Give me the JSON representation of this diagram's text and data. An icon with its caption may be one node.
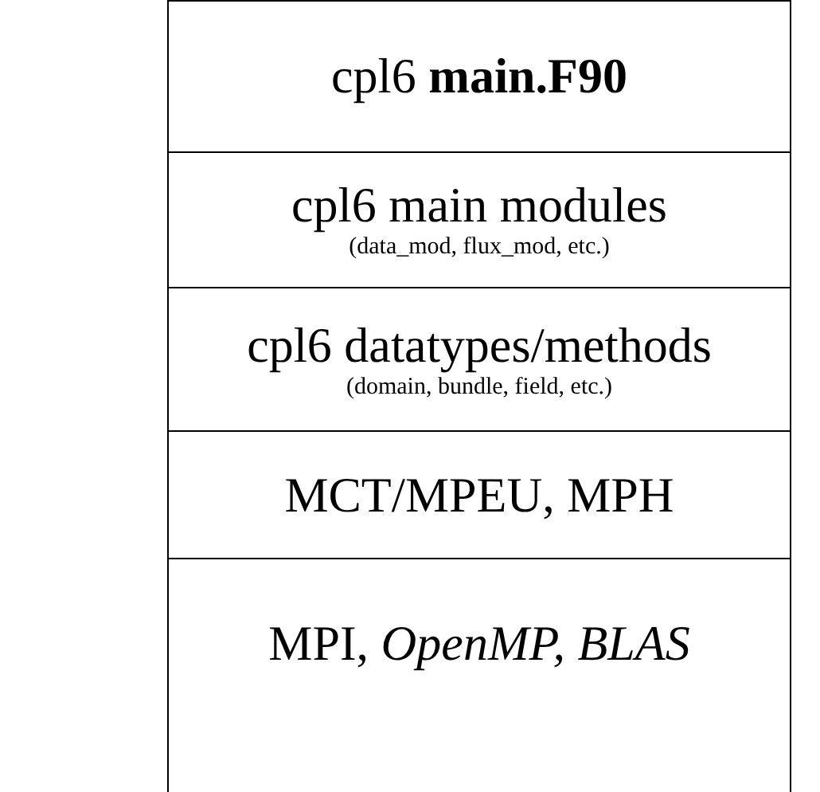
{
  "diagram": {
    "nodes": [
      {
        "text": [
          "cpl6 **main.F90**"
        ]
      },
      {
        "text": [
          "cpl6 main modules",
          "(data_mod, flux_mod, etc.)"
        ]
      },
      {
        "text": [
          "cpl6 datatypes/methods",
          "(domain, bundle, field, etc.)"
        ]
      },
      {
        "text": [
          "MCT/MPEU, MPH"
        ]
      },
      {
        "text": [
          "MPI, *OpenMP, BLAS*"
        ]
      }
    ]
  }
}
